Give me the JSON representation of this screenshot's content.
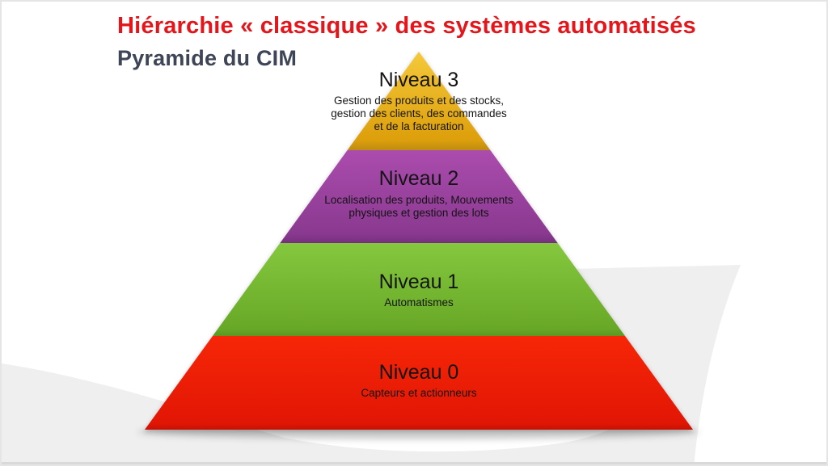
{
  "slide": {
    "title": "Hiérarchie « classique » des systèmes automatisés",
    "subtitle": "Pyramide du CIM",
    "title_color": "#e4161b",
    "subtitle_color": "#3e4557",
    "background_color": "#ffffff",
    "swoosh_color": "#efefef",
    "bottom_edge_color": "#d9d9d9"
  },
  "pyramid": {
    "type": "pyramid-diagram",
    "text_color": "#141414",
    "levels": [
      {
        "label": "Niveau 3",
        "description": "Gestion des produits et des stocks, gestion des clients, des commandes et de la facturation",
        "color_top": "#f4c93b",
        "color_bottom": "#dd9f0b",
        "edge_color": "#bd8c12"
      },
      {
        "label": "Niveau 2",
        "description": "Localisation des produits, Mouvements physiques et gestion des lots",
        "color_top": "#ab4cae",
        "color_bottom": "#8a3990",
        "edge_color": "#76307e"
      },
      {
        "label": "Niveau 1",
        "description": "Automatismes",
        "color_top": "#85c83e",
        "color_bottom": "#68a827",
        "edge_color": "#5d9722"
      },
      {
        "label": "Niveau 0",
        "description": "Capteurs et actionneurs",
        "color_top": "#f62607",
        "color_bottom": "#e21605",
        "edge_color": "#c51103"
      }
    ]
  }
}
